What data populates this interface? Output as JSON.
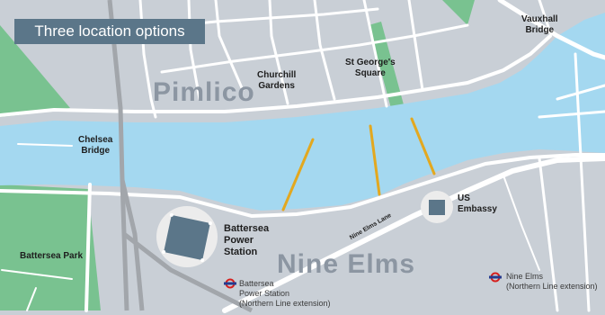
{
  "title": "Three location options",
  "areas": {
    "pimlico": "Pimlico",
    "nine_elms": "Nine Elms"
  },
  "places": {
    "vauxhall_bridge": "Vauxhall\nBridge",
    "st_georges_square": "St George's\nSquare",
    "churchill_gardens": "Churchill\nGardens",
    "chelsea_bridge": "Chelsea\nBridge",
    "us_embassy": "US\nEmbassy",
    "battersea_power_station": "Battersea\nPower\nStation",
    "battersea_park": "Battersea Park"
  },
  "roads": {
    "nine_elms_lane": "Nine Elms Lane"
  },
  "stations": {
    "battersea": "Battersea\nPower Station\n(Northern Line extension)",
    "nine_elms": "Nine Elms\n(Northern Line extension)"
  },
  "colors": {
    "land": "#c9cfd6",
    "road": "#ffffff",
    "river": "#a4d8f0",
    "park": "#79c290",
    "rail": "#a2a6ab",
    "bridge_option": "#e3a81f",
    "title_bg": "#5b7689",
    "label_big": "#8c96a2",
    "tube_red": "#d6201e",
    "tube_blue": "#253b8f"
  },
  "icons": {
    "station": "tube-roundel-icon",
    "power_station": "power-station-icon",
    "embassy": "embassy-building-icon"
  }
}
